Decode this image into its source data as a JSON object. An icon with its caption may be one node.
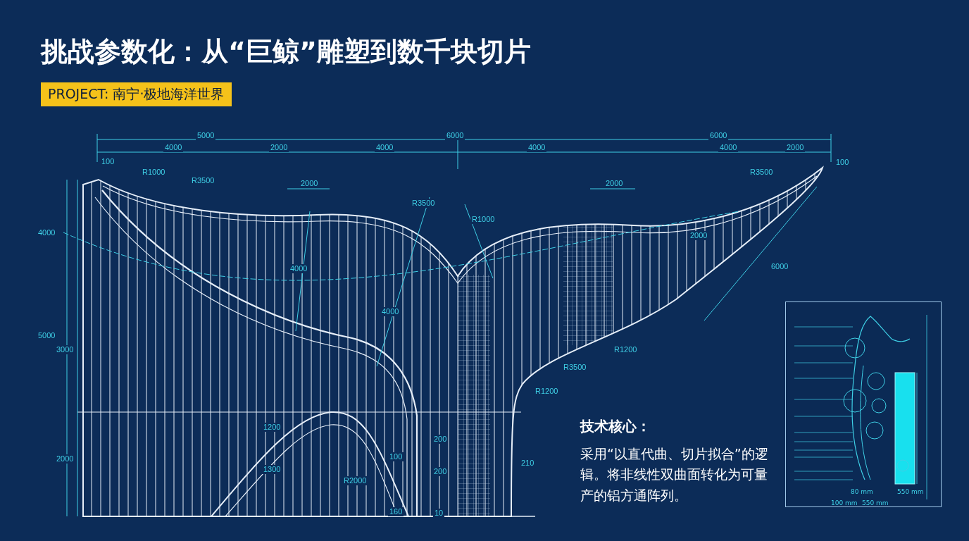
{
  "diagram": {
    "title": "挑战参数化：从“巨鲸”雕塑到数千块切片",
    "labels": [
      "PROJECT: 南宁·极地海洋世界",
      "5000",
      "6000",
      "6000",
      "4000",
      "2000",
      "4000",
      "4000",
      "4000",
      "2000",
      "100",
      "100",
      "R1000",
      "R3500",
      "2000",
      "2000",
      "R3500",
      "R3500",
      "R1000",
      "4000",
      "2000",
      "4000",
      "6000",
      "5000",
      "3000",
      "4000",
      "R1200",
      "R3500",
      "R1200",
      "技术核心：",
      "采用“以直代曲、切片拟合”的逻辑。将非线性双曲面转化为可量产的铝方通阵列。",
      "2000",
      "1200",
      "200",
      "1300",
      "100",
      "200",
      "210",
      "R2000",
      "160",
      "10",
      "80 mm",
      "550 mm",
      "100 mm",
      "550 mm"
    ]
  }
}
